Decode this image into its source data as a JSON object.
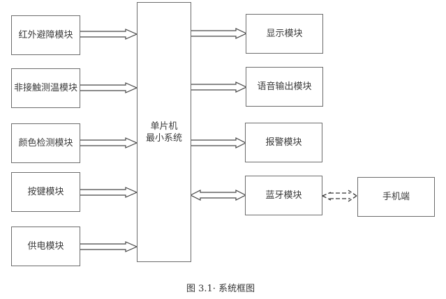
{
  "diagram": {
    "left_modules": [
      {
        "label": "红外避障模块"
      },
      {
        "label": "非接触测温模块"
      },
      {
        "label": "颜色检测模块"
      },
      {
        "label": "按键模块"
      },
      {
        "label": "供电模块"
      }
    ],
    "center": {
      "line1": "单片机",
      "line2": "最小系统"
    },
    "right_modules": [
      {
        "label": "显示模块"
      },
      {
        "label": "语音输出模块"
      },
      {
        "label": "报警模块"
      },
      {
        "label": "蓝牙模块"
      }
    ],
    "phone": {
      "label": "手机端"
    },
    "connections": [
      {
        "from": "红外避障模块",
        "to": "单片机最小系统",
        "type": "arrow"
      },
      {
        "from": "非接触测温模块",
        "to": "单片机最小系统",
        "type": "arrow"
      },
      {
        "from": "颜色检测模块",
        "to": "单片机最小系统",
        "type": "arrow"
      },
      {
        "from": "按键模块",
        "to": "单片机最小系统",
        "type": "arrow"
      },
      {
        "from": "供电模块",
        "to": "单片机最小系统",
        "type": "arrow"
      },
      {
        "from": "单片机最小系统",
        "to": "显示模块",
        "type": "arrow"
      },
      {
        "from": "单片机最小系统",
        "to": "语音输出模块",
        "type": "arrow"
      },
      {
        "from": "单片机最小系统",
        "to": "报警模块",
        "type": "arrow"
      },
      {
        "from": "单片机最小系统",
        "to": "蓝牙模块",
        "type": "bidirectional"
      },
      {
        "from": "蓝牙模块",
        "to": "手机端",
        "type": "bidirectional-dashed"
      }
    ]
  },
  "caption": "图 3.1· 系统框图"
}
